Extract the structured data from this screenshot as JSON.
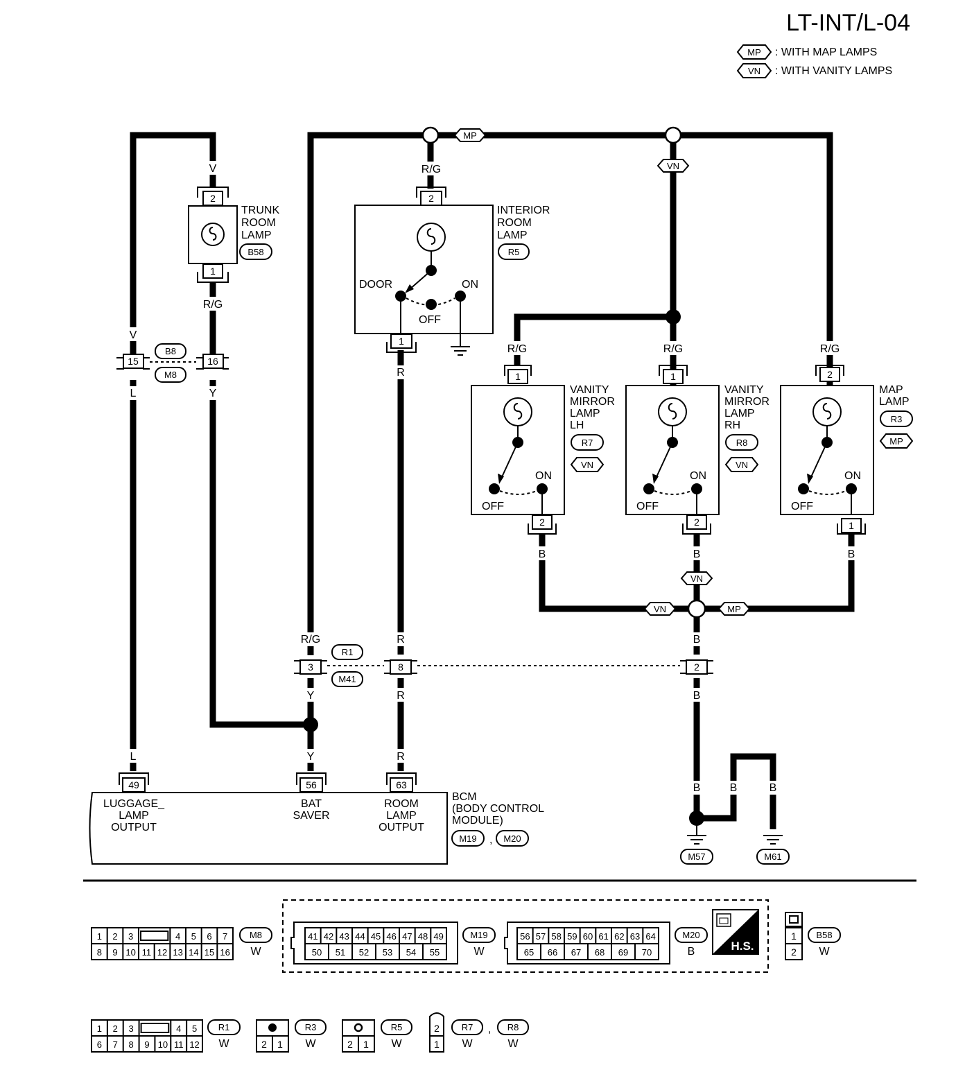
{
  "header": {
    "title": "LT-INT/L-04",
    "legend": [
      {
        "code": "MP",
        "text": ": WITH MAP LAMPS"
      },
      {
        "code": "VN",
        "text": ": WITH VANITY LAMPS"
      }
    ]
  },
  "components": {
    "trunk": {
      "line1": "TRUNK",
      "line2": "ROOM",
      "line3": "LAMP",
      "connector": "B58",
      "pin_top": "2",
      "pin_bottom": "1"
    },
    "interior": {
      "line1": "INTERIOR",
      "line2": "ROOM",
      "line3": "LAMP",
      "connector": "R5",
      "pin_top": "2",
      "pin_bottom": "1",
      "door": "DOOR",
      "off": "OFF",
      "on": "ON"
    },
    "vanity_lh": {
      "line1": "VANITY",
      "line2": "MIRROR",
      "line3": "LAMP",
      "line4": "LH",
      "connector": "R7",
      "option": "VN",
      "pin_top": "1",
      "pin_bottom": "2",
      "off": "OFF",
      "on": "ON"
    },
    "vanity_rh": {
      "line1": "VANITY",
      "line2": "MIRROR",
      "line3": "LAMP",
      "line4": "RH",
      "connector": "R8",
      "option": "VN",
      "pin_top": "1",
      "pin_bottom": "2",
      "off": "OFF",
      "on": "ON"
    },
    "map": {
      "line1": "MAP",
      "line2": "LAMP",
      "connector": "R3",
      "option": "MP",
      "pin_top": "2",
      "pin_bottom": "1",
      "off": "OFF",
      "on": "ON"
    },
    "bcm": {
      "line1": "BCM",
      "line2": "(BODY CONTROL",
      "line3": "MODULE)",
      "connector1": "M19",
      "sep": ",",
      "connector2": "M20",
      "terminals": [
        {
          "pin": "49",
          "label1": "LUGGAGE_",
          "label2": "LAMP",
          "label3": "OUTPUT"
        },
        {
          "pin": "56",
          "label1": "BAT",
          "label2": "SAVER"
        },
        {
          "pin": "63",
          "label1": "ROOM",
          "label2": "LAMP",
          "label3": "OUTPUT"
        }
      ]
    }
  },
  "junctions": {
    "b8m8": {
      "pin_a": "15",
      "pin_b": "16",
      "conn_top": "B8",
      "conn_bottom": "M8"
    },
    "r1m41": {
      "pin_a": "3",
      "pin_b": "8",
      "pin_c": "2",
      "conn_top": "R1",
      "conn_bottom": "M41"
    }
  },
  "wire_colors": {
    "v": "V",
    "rg": "R/G",
    "l": "L",
    "y": "Y",
    "r": "R",
    "b": "B"
  },
  "option_tags": {
    "mp": "MP",
    "vn": "VN"
  },
  "grounds": {
    "g1": "M57",
    "g2": "M61"
  },
  "connector_table": {
    "m8": {
      "row1": [
        "1",
        "2",
        "3",
        "",
        "4",
        "5",
        "6",
        "7"
      ],
      "row2": [
        "8",
        "9",
        "10",
        "11",
        "12",
        "13",
        "14",
        "15",
        "16"
      ],
      "code": "M8",
      "color": "W"
    },
    "m19": {
      "row1": [
        "41",
        "42",
        "43",
        "44",
        "45",
        "46",
        "47",
        "48",
        "49"
      ],
      "row2": [
        "50",
        "51",
        "52",
        "53",
        "54",
        "55"
      ],
      "code": "M19",
      "color": "W"
    },
    "m20": {
      "row1": [
        "56",
        "57",
        "58",
        "59",
        "60",
        "61",
        "62",
        "63",
        "64"
      ],
      "row2": [
        "65",
        "66",
        "67",
        "68",
        "69",
        "70"
      ],
      "code": "M20",
      "color": "B"
    },
    "hs": "H.S.",
    "b58": {
      "pins": [
        "1",
        "2"
      ],
      "code": "B58",
      "color": "W"
    },
    "r1": {
      "row1": [
        "1",
        "2",
        "3",
        "",
        "4",
        "5"
      ],
      "row2": [
        "6",
        "7",
        "8",
        "9",
        "10",
        "11",
        "12"
      ],
      "code": "R1",
      "color": "W"
    },
    "r3": {
      "pins": [
        "2",
        "1"
      ],
      "code": "R3",
      "color": "W"
    },
    "r5": {
      "pins": [
        "2",
        "1"
      ],
      "code": "R5",
      "color": "W"
    },
    "r7r8": {
      "pins": [
        "2",
        "1"
      ],
      "code1": "R7",
      "sep": ",",
      "code2": "R8",
      "color1": "W",
      "color2": "W"
    }
  }
}
